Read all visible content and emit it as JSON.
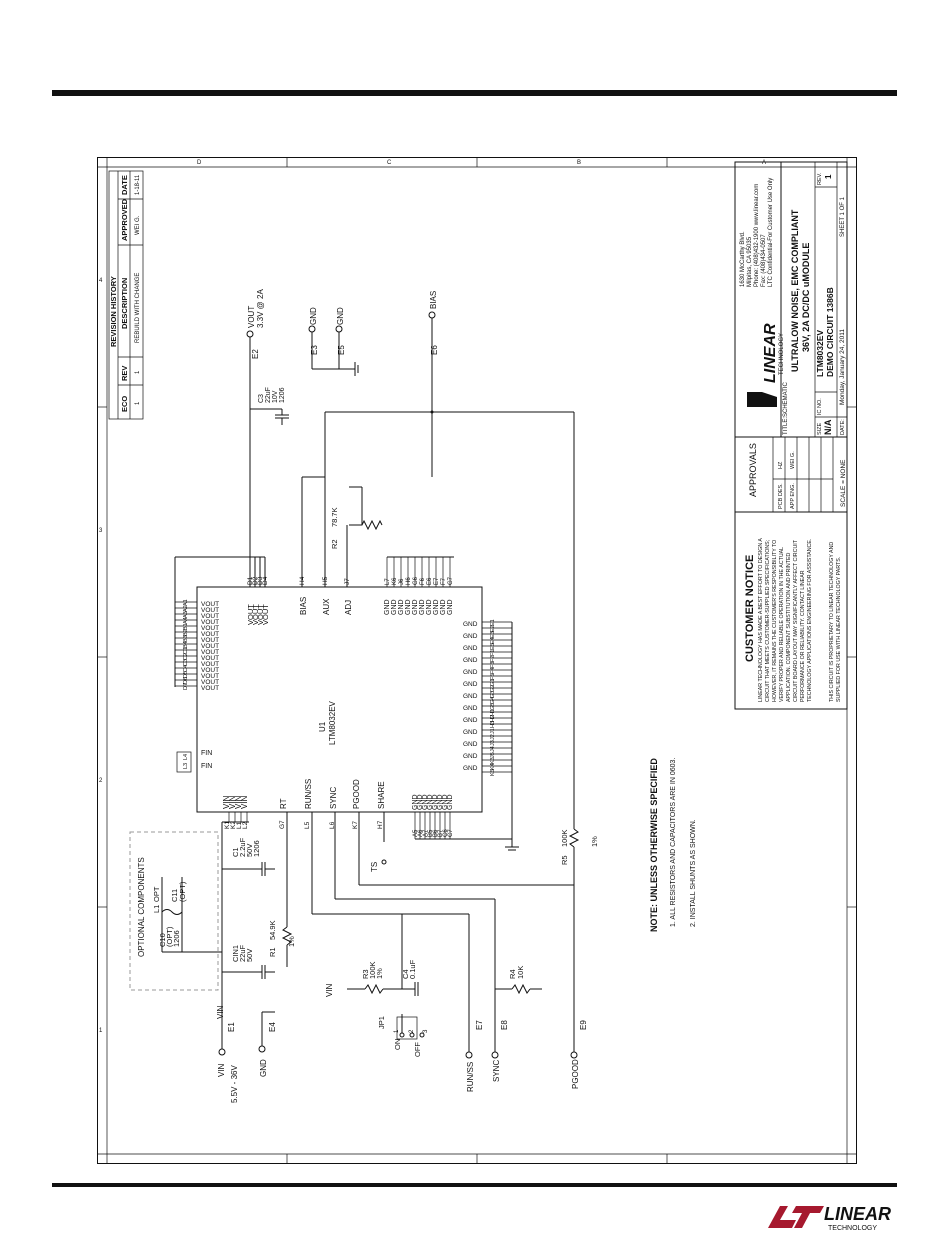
{
  "revision_history": {
    "title": "REVISION HISTORY",
    "headers": [
      "ECO",
      "REV",
      "DESCRIPTION",
      "APPROVED",
      "DATE"
    ],
    "row": [
      "1",
      "1",
      "REBUILD WITH CHANGE",
      "WEI G.",
      "1-18-11"
    ]
  },
  "connectors": {
    "vout": "VOUT",
    "vout_rating": "3.3V @ 2A",
    "e2": "E2",
    "gnd": "GND",
    "e3": "E3",
    "e5": "E5",
    "bias": "BIAS",
    "e6": "E6",
    "vin": "VIN",
    "vin_range": "5.5V - 36V",
    "e1": "E1",
    "vin_net": "VIN",
    "e4": "E4",
    "run_ss": "RUN/SS",
    "e7": "E7",
    "sync": "SYNC",
    "e8": "E8",
    "pgood": "PGOOD",
    "e9": "E9",
    "ts": "TS"
  },
  "components": {
    "c3": [
      "C3",
      "22uF",
      "10V",
      "1206"
    ],
    "r2": [
      "R2",
      "78.7K"
    ],
    "r1": [
      "R1",
      "54.9K",
      "1%"
    ],
    "r3": [
      "R3",
      "100K",
      "1%"
    ],
    "r4": [
      "R4",
      "10K"
    ],
    "r5": [
      "R5",
      "100K",
      "1%"
    ],
    "c4": [
      "C4",
      "0.1uF"
    ],
    "c1": [
      "C1",
      "2.2uF",
      "50V",
      "1206"
    ],
    "cin1": [
      "CIN1",
      "22uF",
      "50V"
    ],
    "c10": [
      "C10",
      "(OPT)",
      "1206"
    ],
    "c11": [
      "C11",
      "(OPT)"
    ],
    "l1": [
      "L1",
      "OPT"
    ],
    "jp1": [
      "JP1",
      "ON",
      "OFF",
      "1",
      "2",
      "3"
    ],
    "optional_title": "OPTIONAL COMPONENTS"
  },
  "ic": {
    "ref": "U1",
    "part": "LTM8032EV",
    "vout_pins": [
      "D1",
      "D2",
      "D3",
      "D4"
    ],
    "vout_label": "VOUT",
    "bias_pin": "H4",
    "bias_label": "BIAS",
    "aux_pin": "H5",
    "aux_label": "AUX",
    "adj_pin": "J7",
    "adj_label": "ADJ",
    "gnd_pins_top": [
      "L7",
      "K6",
      "J6",
      "H6",
      "G6",
      "F6",
      "E6",
      "E7",
      "F7",
      "G7"
    ],
    "gnd_label": "GND",
    "vin_pins": [
      "K1",
      "K2",
      "L1",
      "L2"
    ],
    "vin_label": "VIN",
    "rt_pin": "G7",
    "rt_label": "RT",
    "run_pin": "L5",
    "run_label": "RUN/SS",
    "sync_pin": "L6",
    "sync_label": "SYNC",
    "pgood_pin": "K7",
    "pgood_label": "PGOOD",
    "share_pin": "H7",
    "share_label": "SHARE",
    "gnd_pins_bottom": [
      "A5",
      "A6",
      "A7",
      "B5",
      "B6",
      "B7",
      "C6",
      "C7"
    ],
    "fin_pins": [
      "L3",
      "L4"
    ],
    "fin_label": "FIN",
    "left_pins": [
      "A1",
      "A2",
      "A3",
      "A4",
      "B1",
      "B2",
      "B3",
      "B4",
      "C1",
      "C2",
      "C3",
      "C4",
      "D5",
      "D6",
      "D7"
    ],
    "nc_label": "VOUT",
    "right_pins": [
      "E1",
      "E2",
      "E3",
      "E4",
      "E5",
      "F1",
      "F2",
      "F3",
      "F4",
      "F5",
      "G1",
      "G2",
      "G3",
      "G4",
      "G5",
      "H1",
      "H2",
      "H3",
      "J1",
      "J2",
      "J3",
      "J4",
      "J5",
      "K3",
      "K4",
      "K5"
    ],
    "right_label": "GND"
  },
  "notes": {
    "title": "NOTE: UNLESS OTHERWISE SPECIFIED",
    "items": [
      "1. ALL RESISTORS AND CAPACITORS ARE IN 0603.",
      "2. INSTALL SHUNTS AS SHOWN."
    ]
  },
  "customer_notice": {
    "title": "CUSTOMER NOTICE",
    "lines": [
      "LINEAR TECHNOLOGY HAS MADE A BEST EFFORT TO DESIGN A",
      "CIRCUIT THAT MEETS CUSTOMER-SUPPLIED SPECIFICATIONS;",
      "HOWEVER, IT REMAINS THE CUSTOMER'S RESPONSIBILITY TO",
      "VERIFY PROPER AND RELIABLE OPERATION IN THE ACTUAL",
      "APPLICATION. COMPONENT SUBSTITUTION AND PRINTED",
      "CIRCUIT BOARD LAYOUT MAY SIGNIFICANTLY AFFECT CIRCUIT",
      "PERFORMANCE OR RELIABILITY. CONTACT LINEAR",
      "TECHNOLOGY APPLICATIONS ENGINEERING FOR ASSISTANCE."
    ],
    "proprietary": [
      "THIS CIRCUIT IS PROPRIETARY TO LINEAR TECHNOLOGY AND",
      "SUPPLIED FOR USE WITH LINEAR TECHNOLOGY PARTS."
    ]
  },
  "approvals": {
    "title": "APPROVALS",
    "rows": [
      [
        "PCB DES.",
        "HZ"
      ],
      [
        "APP ENG.",
        "WEI G."
      ]
    ],
    "scale": "SCALE = NONE"
  },
  "title_block": {
    "address": [
      "1630 McCarthy Blvd.",
      "Milpitas, CA 95035",
      "Phone: (408)432-1900   www.linear.com",
      "Fax: (408)434-0507",
      "LTC Confidential-For Customer Use Only"
    ],
    "logo_text": "LINEAR",
    "logo_sub": "TECHNOLOGY",
    "title_label": "TITLE:",
    "title_kind": "SCHEMATIC",
    "title_lines": [
      "ULTRALOW NOISE, EMC COMPLIANT",
      "36V, 2A DC/DC uMODULE"
    ],
    "size_label": "SIZE",
    "size_value": "N/A",
    "ic_label": "IC NO.",
    "ic_no": "LTM8032EV",
    "demo": "DEMO CIRCUIT 1386B",
    "rev_label": "REV.",
    "rev_value": "1",
    "date_label": "DATE:",
    "date_value": "Monday, January 24, 2011",
    "sheet": "SHEET   1   OF   1"
  },
  "border_marks": [
    "D",
    "C",
    "B",
    "A",
    "4",
    "3",
    "2",
    "1"
  ],
  "footer_logo": {
    "main": "LINEAR",
    "sub": "TECHNOLOGY"
  }
}
